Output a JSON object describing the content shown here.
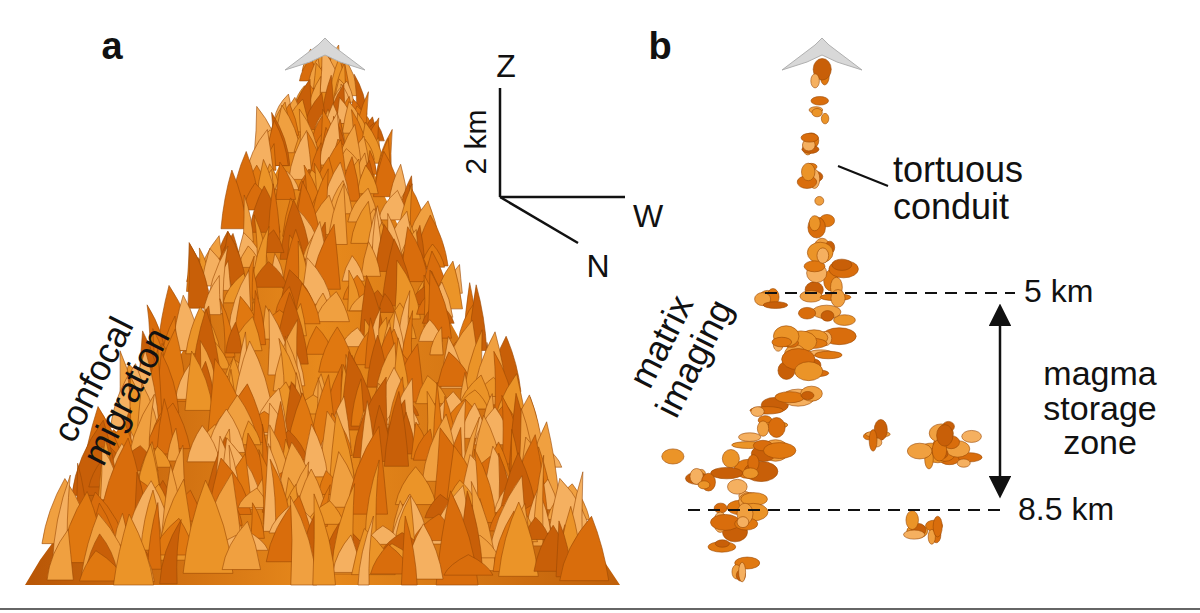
{
  "diagram": {
    "labels": [
      "a",
      "b",
      "Z",
      "2 km",
      "W",
      "N",
      "confocal migration",
      "matrix imaging",
      "tortuous conduit",
      "5 km",
      "magma storage zone",
      "8.5 km"
    ]
  }
}
